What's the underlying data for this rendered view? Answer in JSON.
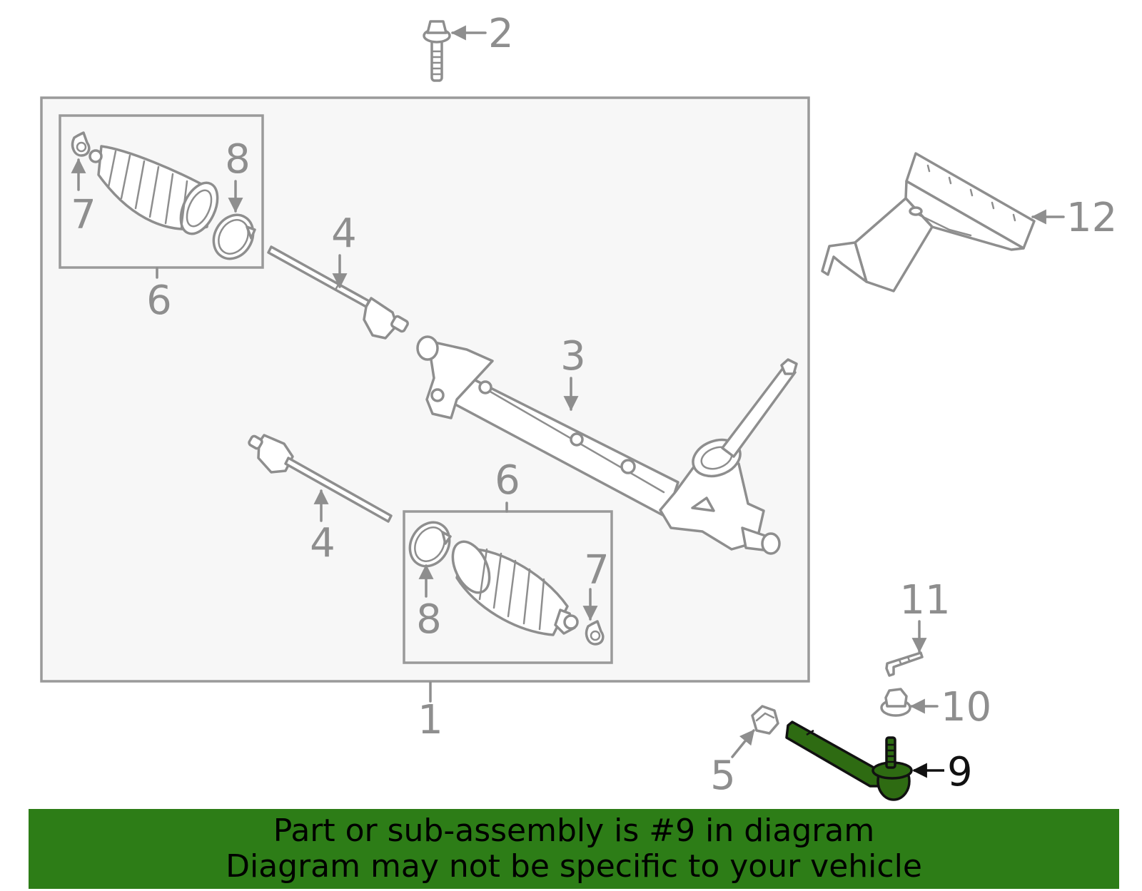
{
  "diagram": {
    "callouts": {
      "c1": "1",
      "c2": "2",
      "c3": "3",
      "c4a": "4",
      "c4b": "4",
      "c5": "5",
      "c6a": "6",
      "c6b": "6",
      "c7a": "7",
      "c7b": "7",
      "c8a": "8",
      "c8b": "8",
      "c9": "9",
      "c10": "10",
      "c11": "11",
      "c12": "12"
    },
    "highlighted_part": "9",
    "colors": {
      "highlight": "#2d7d17",
      "line": "#8e8e8e",
      "box_fill": "#f7f7f7"
    }
  },
  "footer": {
    "line1": "Part or sub-assembly is #9 in diagram",
    "line2": "Diagram may not be specific to your vehicle"
  }
}
